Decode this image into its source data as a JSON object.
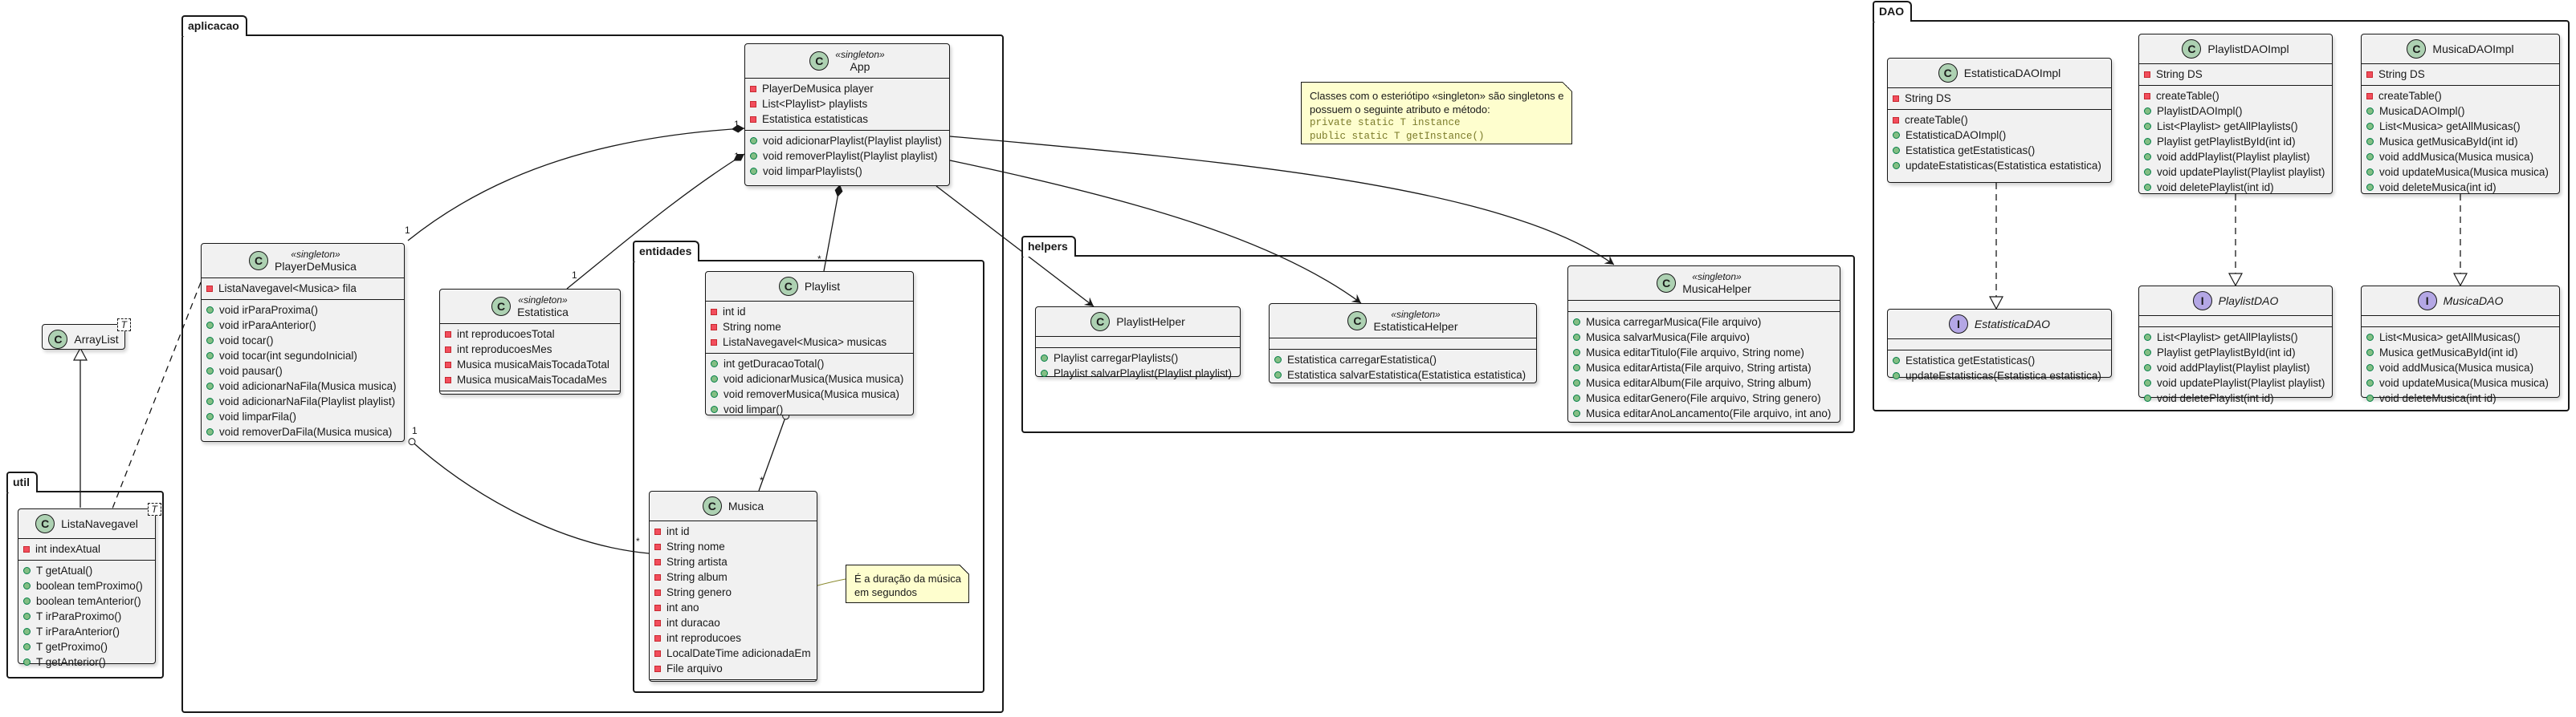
{
  "packages": {
    "aplicacao": "aplicacao",
    "entidades": "entidades",
    "helpers": "helpers",
    "util": "util",
    "dao": "DAO"
  },
  "classes": {
    "app": {
      "stereotype": "«singleton»",
      "name": "App",
      "fields": [
        "PlayerDeMusica player",
        "List<Playlist> playlists",
        "Estatistica estatisticas"
      ],
      "methods": [
        "void adicionarPlaylist(Playlist playlist)",
        "void removerPlaylist(Playlist playlist)",
        "void limparPlaylists()"
      ]
    },
    "player": {
      "stereotype": "«singleton»",
      "name": "PlayerDeMusica",
      "fields": [
        "ListaNavegavel<Musica> fila"
      ],
      "methods": [
        "void irParaProxima()",
        "void irParaAnterior()",
        "void tocar()",
        "void tocar(int segundoInicial)",
        "void pausar()",
        "void adicionarNaFila(Musica musica)",
        "void adicionarNaFila(Playlist playlist)",
        "void limparFila()",
        "void removerDaFila(Musica musica)"
      ]
    },
    "estatistica": {
      "stereotype": "«singleton»",
      "name": "Estatistica",
      "fields": [
        "int reproducoesTotal",
        "int reproducoesMes",
        "Musica musicaMaisTocadaTotal",
        "Musica musicaMaisTocadaMes"
      ],
      "methods": []
    },
    "playlist": {
      "name": "Playlist",
      "fields": [
        "int id",
        "String nome",
        "ListaNavegavel<Musica> musicas"
      ],
      "methods": [
        "int getDuracaoTotal()",
        "void adicionarMusica(Musica musica)",
        "void removerMusica(Musica musica)",
        "void limpar()"
      ]
    },
    "musica": {
      "name": "Musica",
      "fields": [
        "int id",
        "String nome",
        "String artista",
        "String album",
        "String genero",
        "int ano",
        "int duracao",
        "int reproducoes",
        "LocalDateTime adicionadaEm",
        "File arquivo"
      ],
      "methods": []
    },
    "arraylist": {
      "name": "ArrayList",
      "tparam": "T"
    },
    "lista": {
      "name": "ListaNavegavel",
      "tparam": "T",
      "fields": [
        "int indexAtual"
      ],
      "methods": [
        "T getAtual()",
        "boolean temProximo()",
        "boolean temAnterior()",
        "T irParaProximo()",
        "T irParaAnterior()",
        "T getProximo()",
        "T getAnterior()"
      ]
    },
    "playlisthelper": {
      "name": "PlaylistHelper",
      "fields": [],
      "methods": [
        "Playlist carregarPlaylists()",
        "Playlist salvarPlaylist(Playlist playlist)"
      ]
    },
    "estatisticahelper": {
      "stereotype": "«singleton»",
      "name": "EstatisticaHelper",
      "fields": [],
      "methods": [
        "Estatistica carregarEstatistica()",
        "Estatistica salvarEstatistica(Estatistica estatistica)"
      ]
    },
    "musicahelper": {
      "stereotype": "«singleton»",
      "name": "MusicaHelper",
      "fields": [],
      "methods": [
        "Musica carregarMusica(File arquivo)",
        "Musica salvarMusica(File arquivo)",
        "Musica editarTitulo(File arquivo, String nome)",
        "Musica editarArtista(File arquivo, String artista)",
        "Musica editarAlbum(File arquivo, String album)",
        "Musica editarGenero(File arquivo, String genero)",
        "Musica editarAnoLancamento(File arquivo, int ano)"
      ]
    },
    "estatisticadaoimpl": {
      "name": "EstatisticaDAOImpl",
      "fields": [
        "String DS"
      ],
      "private_methods": [
        "createTable()"
      ],
      "methods": [
        "EstatisticaDAOImpl()",
        "Estatistica getEstatisticas()",
        "updateEstatisticas(Estatistica estatistica)"
      ]
    },
    "playlistdaoimpl": {
      "name": "PlaylistDAOImpl",
      "fields": [
        "String DS"
      ],
      "private_methods": [
        "createTable()"
      ],
      "methods": [
        "PlaylistDAOImpl()",
        "List<Playlist> getAllPlaylists()",
        "Playlist getPlaylistById(int id)",
        "void addPlaylist(Playlist playlist)",
        "void updatePlaylist(Playlist playlist)",
        "void deletePlaylist(int id)"
      ]
    },
    "musicadaoimpl": {
      "name": "MusicaDAOImpl",
      "fields": [
        "String DS"
      ],
      "private_methods": [
        "createTable()"
      ],
      "methods": [
        "MusicaDAOImpl()",
        "List<Musica> getAllMusicas()",
        "Musica getMusicaById(int id)",
        "void addMusica(Musica musica)",
        "void updateMusica(Musica musica)",
        "void deleteMusica(int id)"
      ]
    },
    "estatisticadao": {
      "name": "EstatisticaDAO",
      "fields": [],
      "methods": [
        "Estatistica getEstatisticas()",
        "updateEstatisticas(Estatistica estatistica)"
      ]
    },
    "playlistdao": {
      "name": "PlaylistDAO",
      "fields": [],
      "methods": [
        "List<Playlist> getAllPlaylists()",
        "Playlist getPlaylistById(int id)",
        "void addPlaylist(Playlist playlist)",
        "void updatePlaylist(Playlist playlist)",
        "void deletePlaylist(int id)"
      ]
    },
    "musicadao": {
      "name": "MusicaDAO",
      "fields": [],
      "methods": [
        "List<Musica> getAllMusicas()",
        "Musica getMusicaById(int id)",
        "void addMusica(Musica musica)",
        "void updateMusica(Musica musica)",
        "void deleteMusica(int id)"
      ]
    }
  },
  "notes": {
    "singleton": [
      "Classes com o esteriótipo «singleton» são singletons e",
      "possuem o seguinte atributo e método:",
      "private static T instance",
      "public  static T getInstance()"
    ],
    "duracao": [
      "É a duração da música",
      "em segundos"
    ]
  },
  "multiplicities": {
    "app_player": "1",
    "player_app": "1",
    "app_estatistica": "1",
    "estatistica_app": "1",
    "playlist_app": "*",
    "musica_playlist": "*",
    "player_musica": "1",
    "musica_player": "*"
  },
  "colors": {
    "class_bg": "#f1f1f1",
    "class_icon": "#add1b2",
    "interface_icon": "#b4a7e5",
    "private_marker": "#f24d5c",
    "public_marker": "#84be84",
    "note_bg": "#fefece",
    "line": "#181818",
    "note_line": "#8a8a2e"
  }
}
